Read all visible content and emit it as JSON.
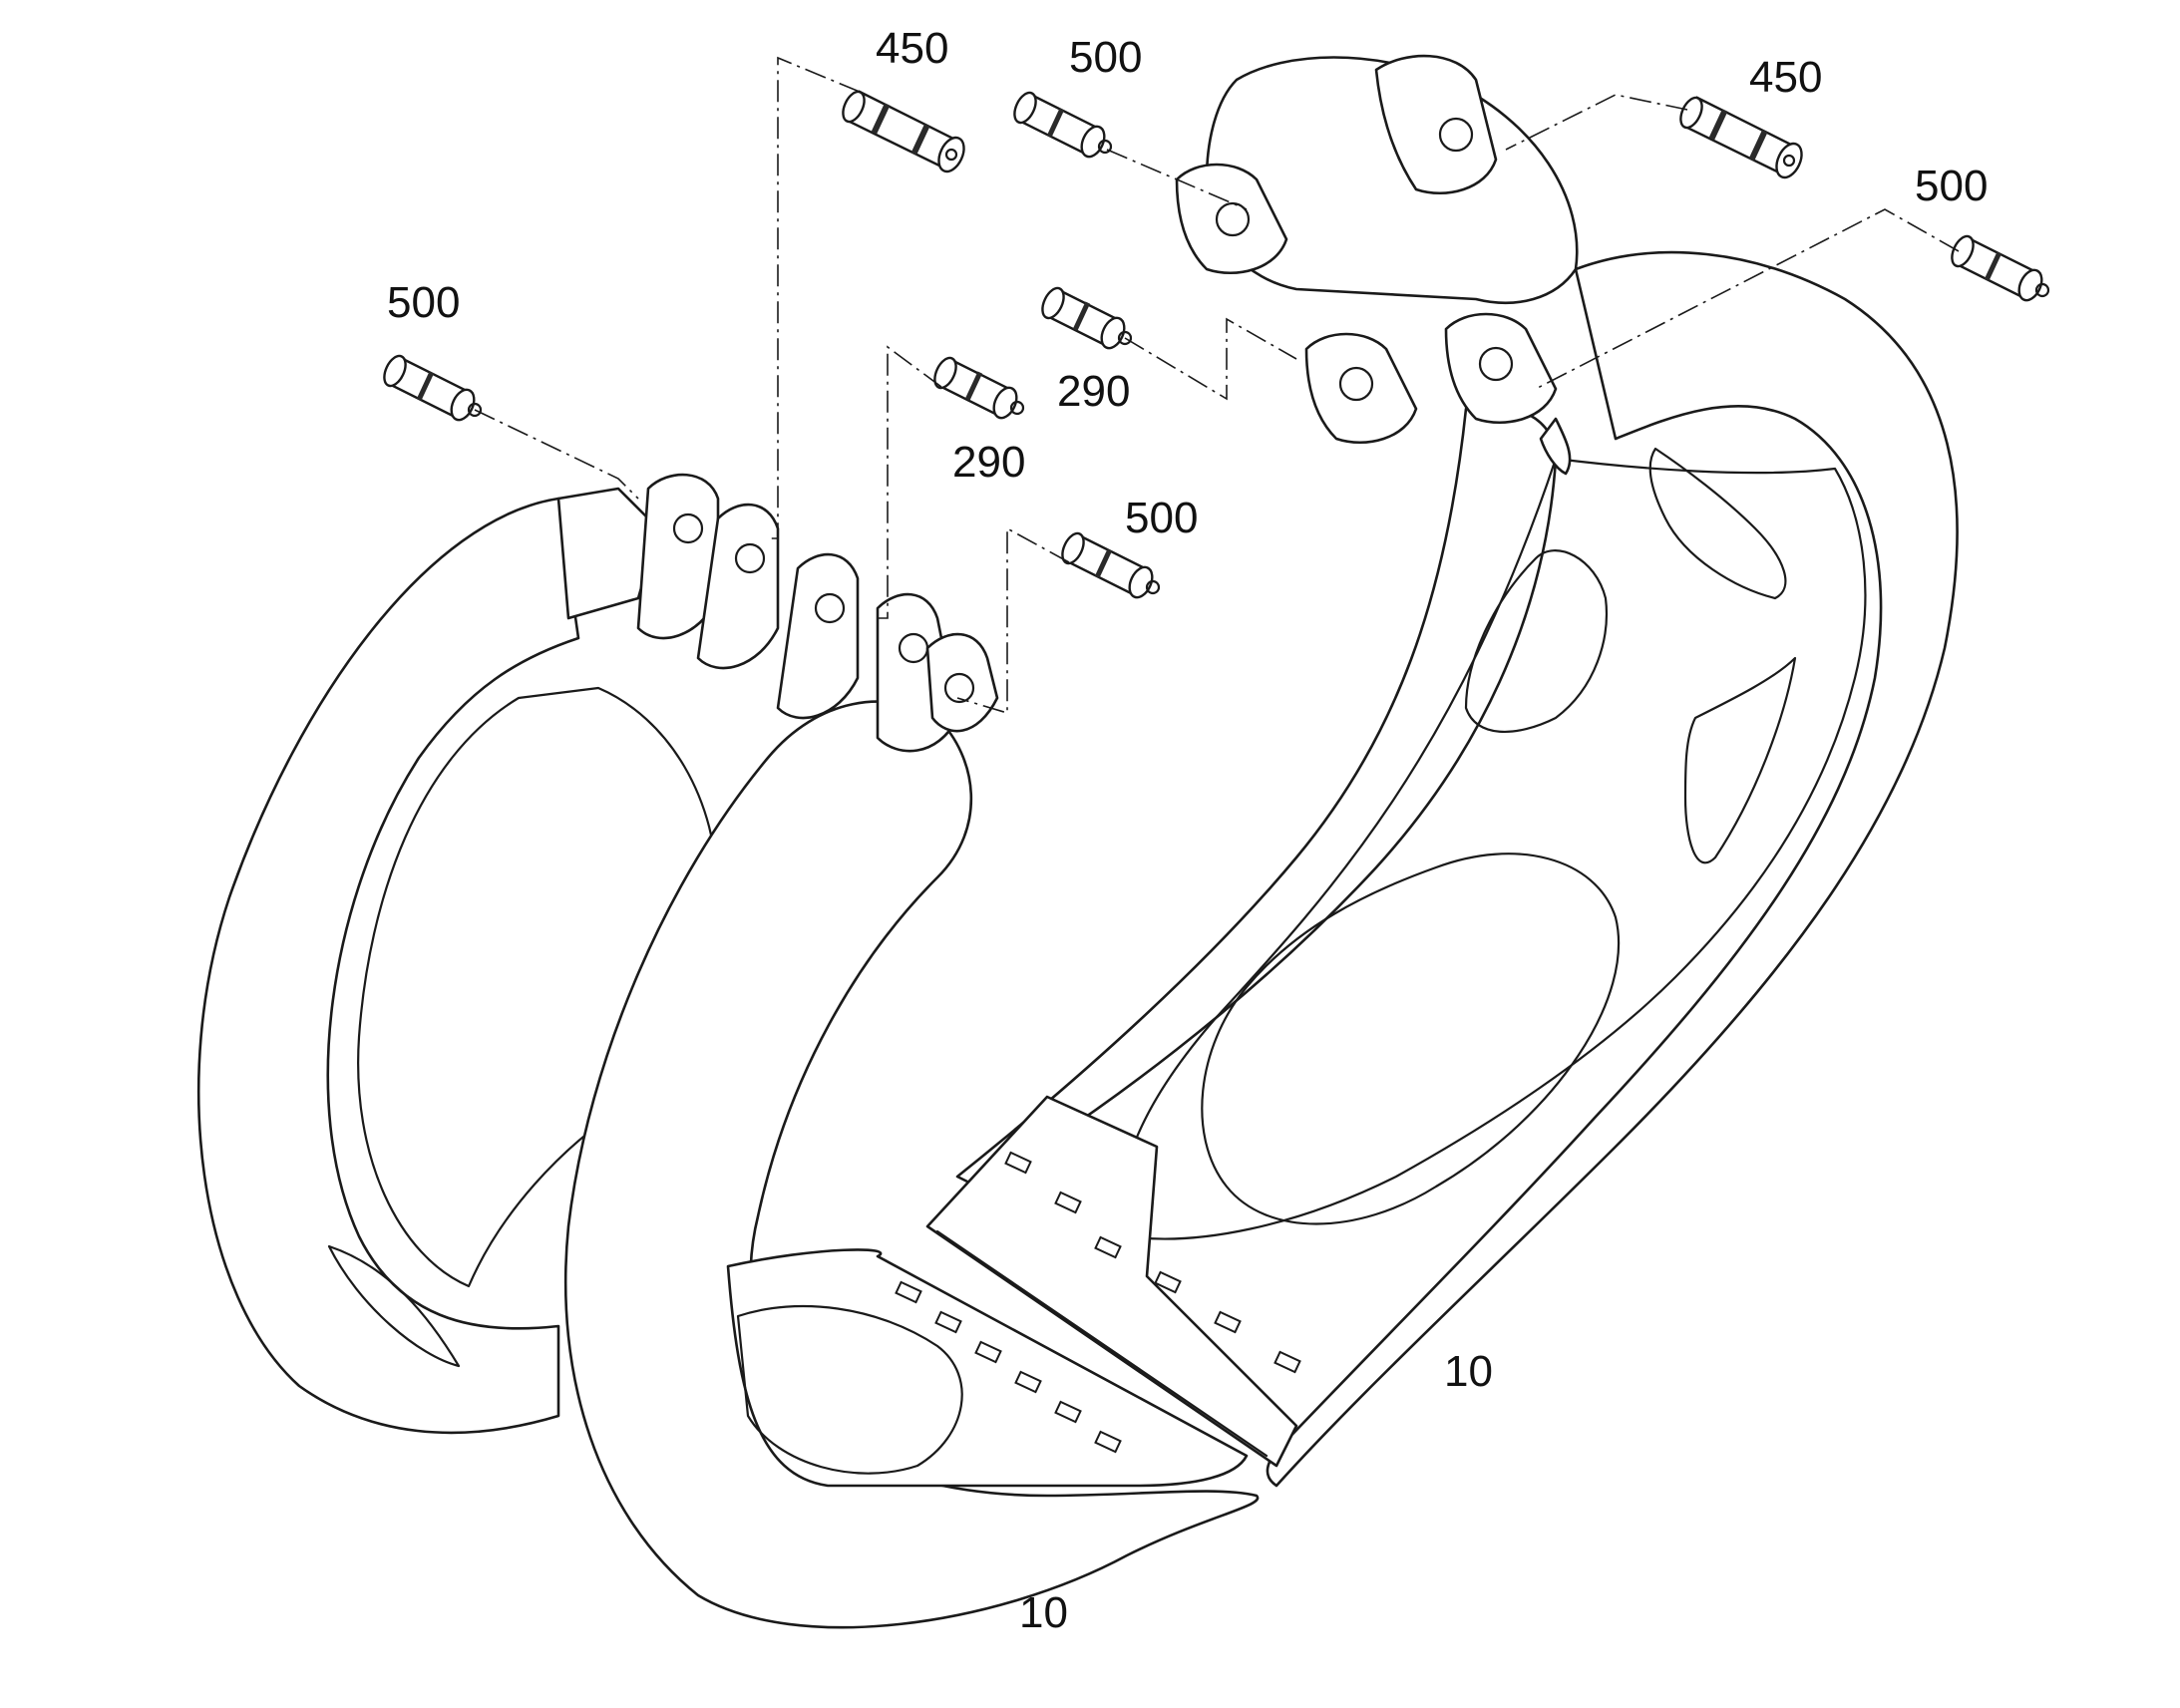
{
  "diagram": {
    "callouts": [
      {
        "id": "pin-450-top-left",
        "text": "450"
      },
      {
        "id": "pin-500-top-center",
        "text": "500"
      },
      {
        "id": "pin-450-top-right",
        "text": "450"
      },
      {
        "id": "pin-500-far-right",
        "text": "500"
      },
      {
        "id": "pin-500-left",
        "text": "500"
      },
      {
        "id": "pin-290-upper",
        "text": "290"
      },
      {
        "id": "pin-290-lower",
        "text": "290"
      },
      {
        "id": "pin-500-mid",
        "text": "500"
      },
      {
        "id": "jaw-right",
        "text": "10"
      },
      {
        "id": "jaw-left",
        "text": "10"
      }
    ]
  }
}
